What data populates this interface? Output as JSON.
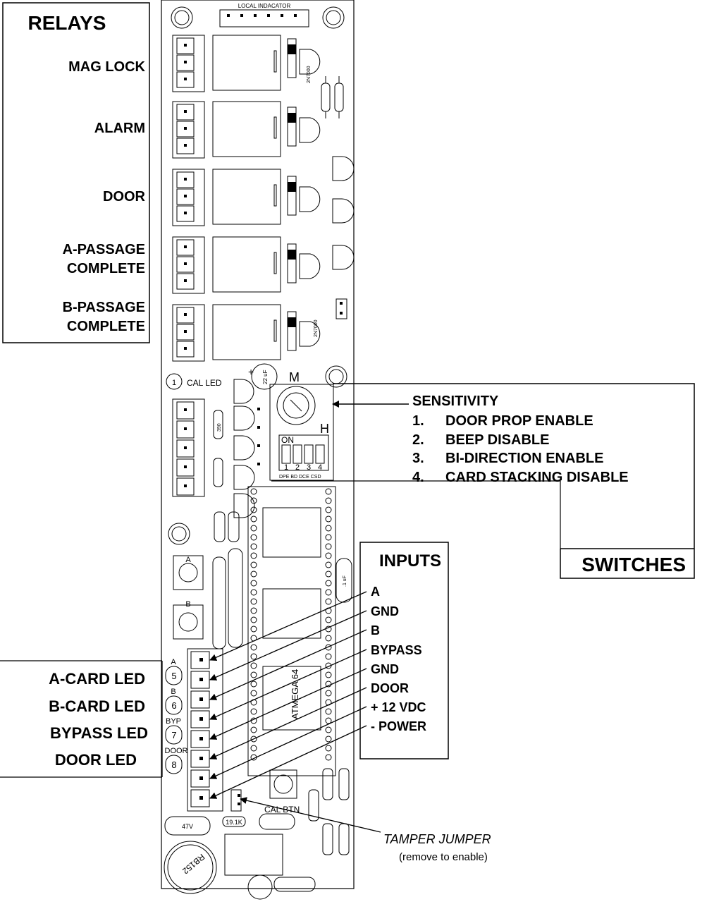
{
  "relays": {
    "title": "RELAYS",
    "items": [
      {
        "label": "MAG LOCK",
        "label2": ""
      },
      {
        "label": "ALARM",
        "label2": ""
      },
      {
        "label": "DOOR",
        "label2": ""
      },
      {
        "label": "A-PASSAGE",
        "label2": "COMPLETE"
      },
      {
        "label": "B-PASSAGE",
        "label2": "COMPLETE"
      }
    ]
  },
  "board": {
    "local_indicator": "LOCAL INDACATOR",
    "cal_led": "CAL LED",
    "cal_led_num": "1",
    "cal_btn": "CAL BTN",
    "atmega": "ATMEGA 64",
    "transistor": "2N7000",
    "resistor_390": "390",
    "cap_22uf": "22 uF",
    "cap_1uf": ".1 uF",
    "crystal": "19.1K",
    "cap_47v": "47V",
    "dip_on": "ON",
    "dip_nums": [
      "1",
      "2",
      "3",
      "4"
    ],
    "dip_bottom": "DPE  BD  DCE CSD",
    "pot_m": "M",
    "pot_h": "H",
    "battery_text": "RB152",
    "led_numbers": [
      "5",
      "6",
      "7",
      "8"
    ],
    "led_tags": [
      "A",
      "B",
      "BYP",
      "DOOR"
    ],
    "button_a": "A",
    "button_b": "B"
  },
  "switches": {
    "title": "SWITCHES",
    "sensitivity": "SENSITIVITY",
    "items": [
      {
        "num": "1.",
        "label": "DOOR PROP ENABLE"
      },
      {
        "num": "2.",
        "label": "BEEP DISABLE"
      },
      {
        "num": "3.",
        "label": "BI-DIRECTION ENABLE"
      },
      {
        "num": "4.",
        "label": "CARD STACKING DISABLE"
      }
    ]
  },
  "inputs": {
    "title": "INPUTS",
    "items": [
      "A",
      "GND",
      "B",
      "BYPASS",
      "GND",
      "DOOR",
      "+ 12 VDC",
      "-  POWER"
    ]
  },
  "leds": {
    "items": [
      "A-CARD LED",
      "B-CARD LED",
      "BYPASS LED",
      "DOOR LED"
    ]
  },
  "tamper": {
    "title": "TAMPER JUMPER",
    "note": "(remove to enable)"
  }
}
